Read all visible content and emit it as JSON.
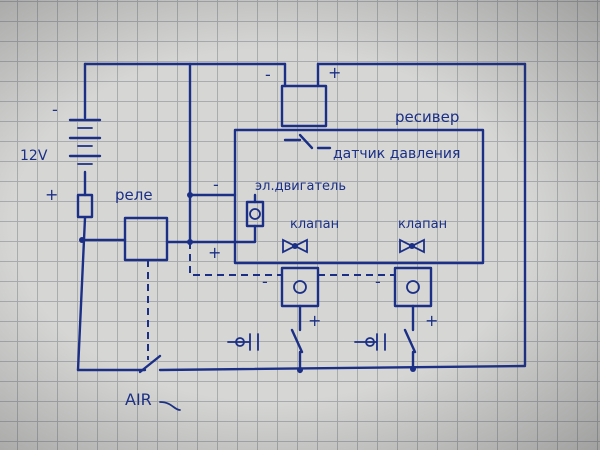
{
  "labels": {
    "voltage": "12V",
    "relay": "реле",
    "receiver": "ресивер",
    "pressure_sensor": "датчик давления",
    "motor": "эл.двигатель",
    "valve_left": "клапан",
    "valve_right": "клапан",
    "air": "AIR"
  },
  "signs": {
    "minus": "-",
    "plus": "+"
  },
  "colors": {
    "ink": "#1b2f86",
    "paper": "#d6d7d5",
    "grid": "#a9abaf"
  }
}
